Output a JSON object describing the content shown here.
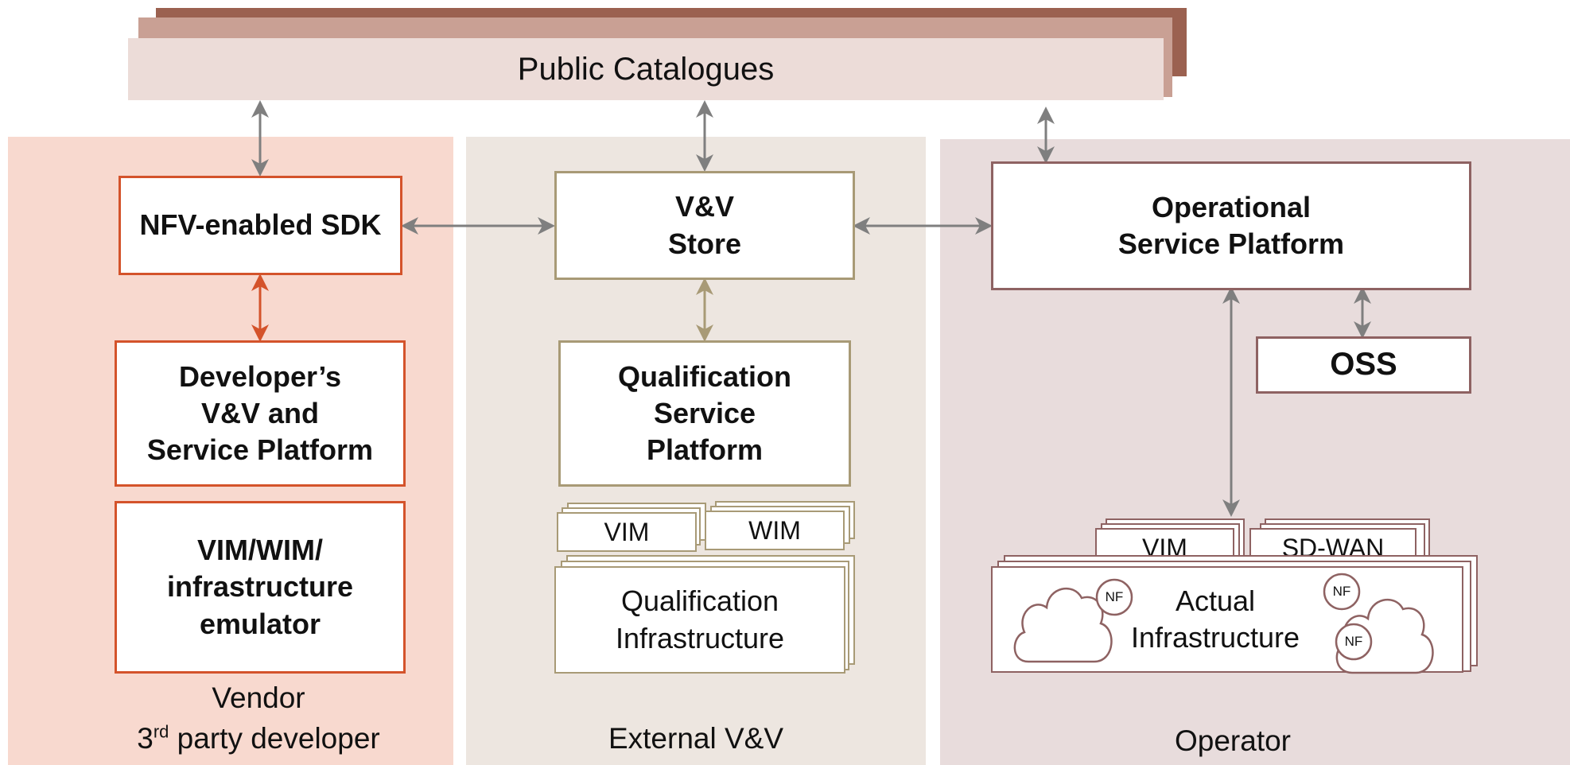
{
  "catalogue": {
    "title": "Public Catalogues"
  },
  "vendor": {
    "sdk": "NFV-enabled SDK",
    "dev_platform": [
      "Developer’s",
      "V&V and",
      "Service Platform"
    ],
    "emulator": [
      "VIM/WIM/",
      "infrastructure",
      "emulator"
    ],
    "caption_line1": "Vendor",
    "caption_line2_prefix": "3",
    "caption_line2_sup": "rd",
    "caption_line2_rest": " party developer"
  },
  "external": {
    "store": [
      "V&V",
      "Store"
    ],
    "qsp": [
      "Qualification",
      "Service",
      "Platform"
    ],
    "vim": "VIM",
    "wim": "WIM",
    "infra": [
      "Qualification",
      "Infrastructure"
    ],
    "caption": "External V&V"
  },
  "operator": {
    "osp": [
      "Operational",
      "Service Platform"
    ],
    "oss": "OSS",
    "vim": "VIM",
    "sdwan": "SD-WAN",
    "infra": [
      "Actual",
      "Infrastructure"
    ],
    "nf": "NF",
    "caption": "Operator"
  },
  "colors": {
    "vendor_bg": "#f8d9cf",
    "external_bg": "#ede6e0",
    "operator_bg": "#e8dcdc",
    "vendor_border": "#d4532b",
    "external_border": "#a89a76",
    "operator_border": "#8e6262",
    "arrow_grey": "#7f7f7f"
  }
}
